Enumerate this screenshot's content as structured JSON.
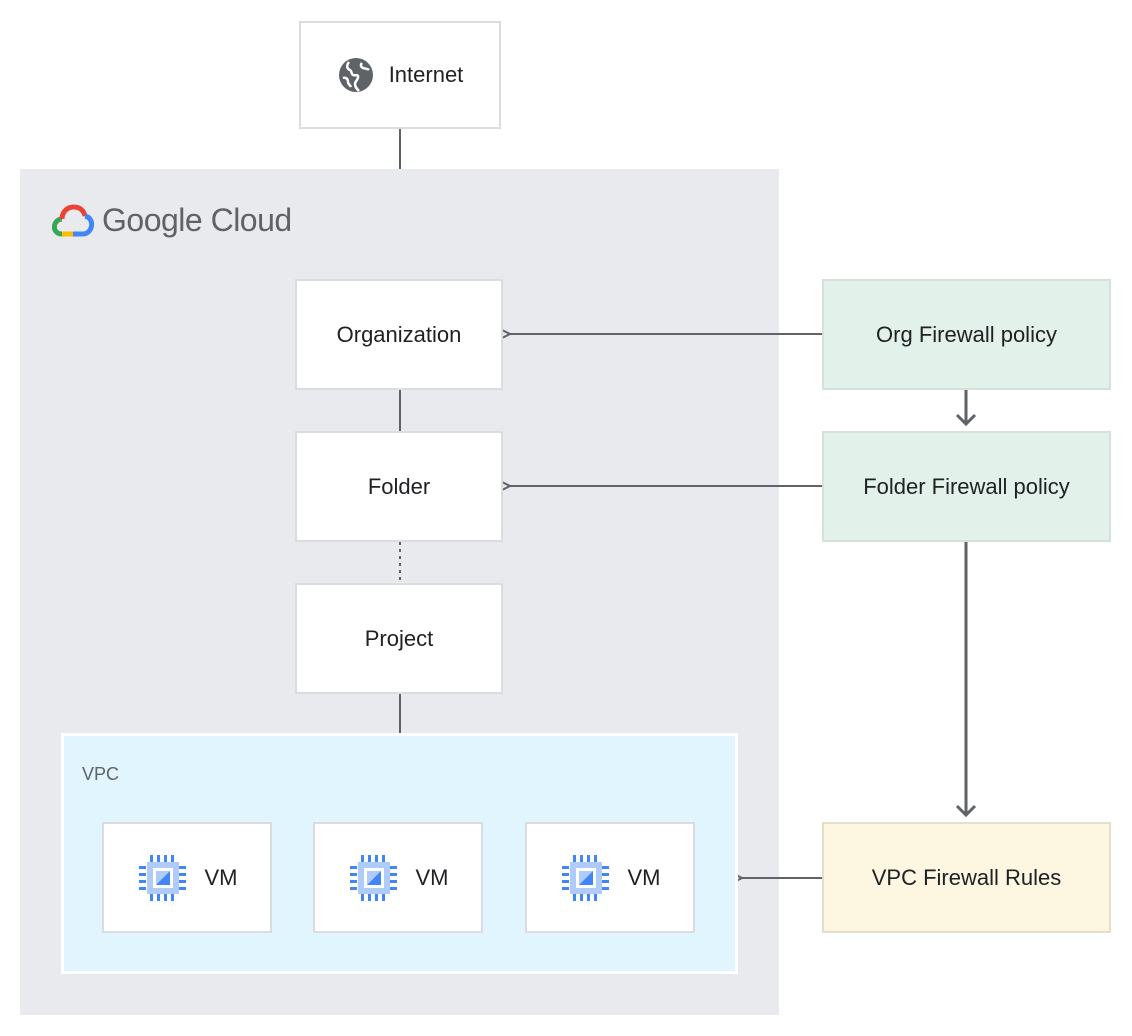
{
  "internet": {
    "label": "Internet",
    "icon": "globe-icon"
  },
  "cloud": {
    "brand_google": "Google",
    "brand_cloud": "Cloud",
    "logo_icon": "google-cloud-logo-icon"
  },
  "hierarchy": {
    "organization": "Organization",
    "folder": "Folder",
    "project": "Project"
  },
  "vpc": {
    "label": "VPC",
    "vms": [
      {
        "label": "VM",
        "icon": "vm-chip-icon"
      },
      {
        "label": "VM",
        "icon": "vm-chip-icon"
      },
      {
        "label": "VM",
        "icon": "vm-chip-icon"
      }
    ]
  },
  "policies": {
    "org": "Org Firewall policy",
    "folder": "Folder Firewall policy",
    "vpc_rules": "VPC Firewall Rules"
  },
  "colors": {
    "gc_panel": "#e8eaed",
    "vpc_panel": "#e1f5fe",
    "policy_green": "#e2f2ea",
    "policy_yellow": "#fdf7e1",
    "connector": "#5f6368",
    "chip_blue": "#4285f4"
  }
}
